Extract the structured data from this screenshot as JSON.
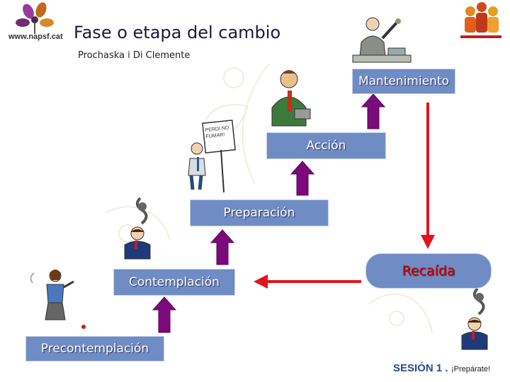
{
  "header": {
    "title": "Fase o etapa del cambio",
    "subtitle": "Prochaska i Di Clemente",
    "logo_text": "www.napsf.cat"
  },
  "stages": {
    "mantenimiento": "Mantenimiento",
    "accion": "Acción",
    "preparacion": "Preparación",
    "contemplacion": "Contemplación",
    "precontemplacion": "Precontemplación",
    "recaida": "Recaída"
  },
  "sign_text": "PERDI NO FUMAR!",
  "footer": {
    "session": "SESIÓN 1 .",
    "tagline": "¡Prepárate!"
  },
  "colors": {
    "stage_box": "#6f8cc4",
    "up_arrow": "#7b0a7b",
    "red_arrow": "#e0141e",
    "relapse_text": "#d00000"
  }
}
